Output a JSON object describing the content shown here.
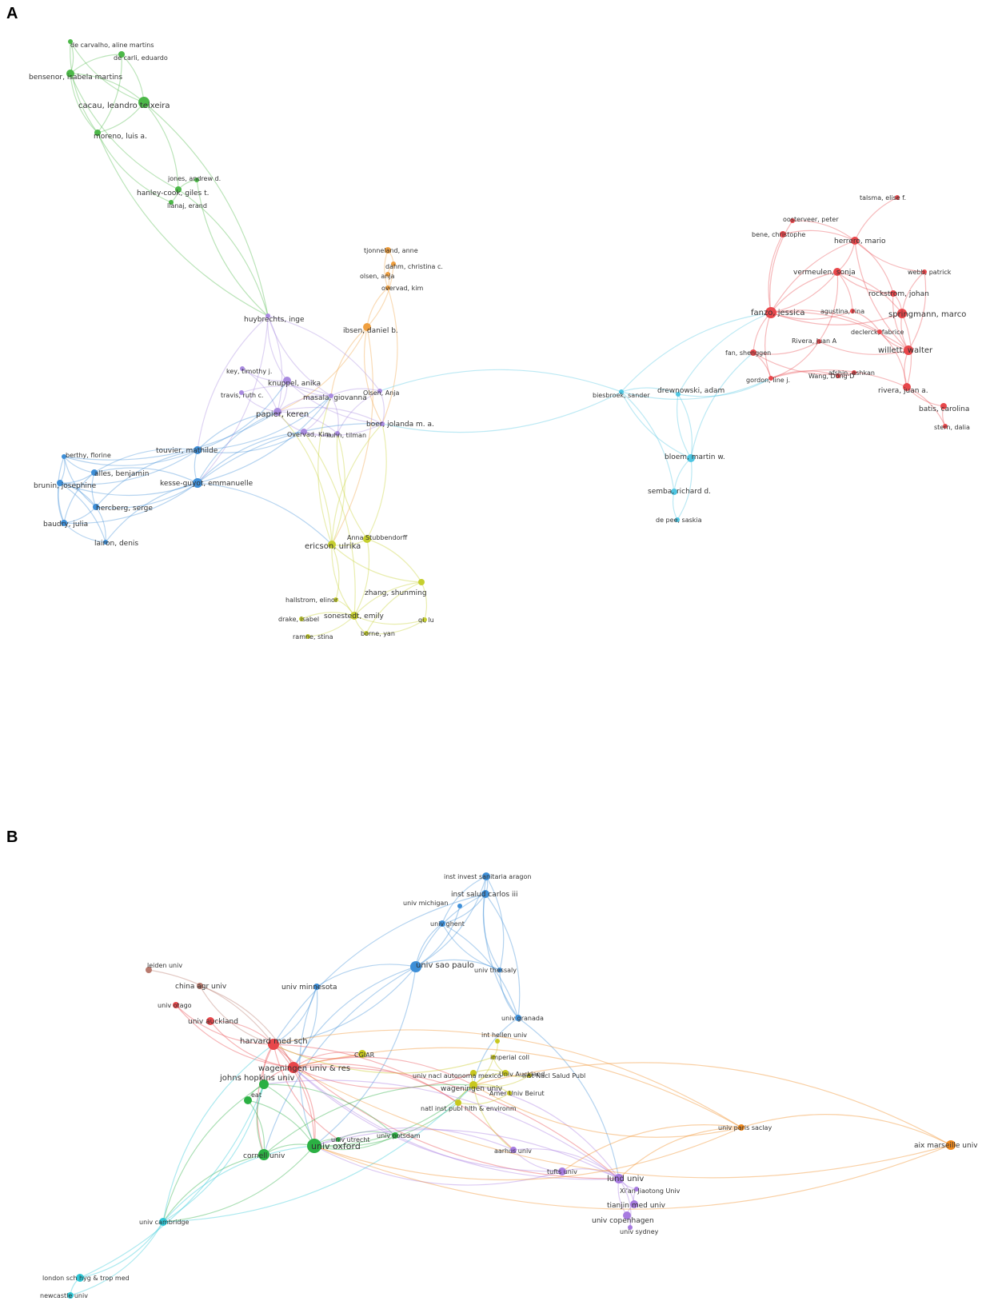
{
  "panels": [
    {
      "letter": "A",
      "clusters": {
        "green": "#4cb848",
        "red": "#e8474b",
        "blue": "#3e8fd8",
        "purple": "#a98be0",
        "orange": "#f0a040",
        "yellow": "#c6cf2e",
        "cyan": "#4ec6e2"
      },
      "nodes": [
        {
          "label": "de carvalho, aline martins",
          "c": "green"
        },
        {
          "label": "de carli, eduardo",
          "c": "green"
        },
        {
          "label": "bensenor, isabela martins",
          "c": "green"
        },
        {
          "label": "cacau, leandro teixeira",
          "c": "green"
        },
        {
          "label": "moreno, luis a.",
          "c": "green"
        },
        {
          "label": "jones, andrew d.",
          "c": "green"
        },
        {
          "label": "hanley-cook, giles t.",
          "c": "green"
        },
        {
          "label": "llanaj, erand",
          "c": "green"
        },
        {
          "label": "tjonneland, anne",
          "c": "orange"
        },
        {
          "label": "dahm, christina c.",
          "c": "orange"
        },
        {
          "label": "olsen, anja",
          "c": "orange"
        },
        {
          "label": "overvad, kim",
          "c": "orange"
        },
        {
          "label": "ibsen, daniel b.",
          "c": "orange"
        },
        {
          "label": "huybrechts, inge",
          "c": "purple"
        },
        {
          "label": "key, timothy j.",
          "c": "purple"
        },
        {
          "label": "knuppel, anika",
          "c": "purple"
        },
        {
          "label": "travis, ruth c.",
          "c": "purple"
        },
        {
          "label": "masala, giovanna",
          "c": "purple"
        },
        {
          "label": "Olsen, Anja",
          "c": "purple"
        },
        {
          "label": "papier, keren",
          "c": "purple"
        },
        {
          "label": "boer, jolanda m. a.",
          "c": "purple"
        },
        {
          "label": "Overvad, Kim",
          "c": "purple"
        },
        {
          "label": "kuhn, tilman",
          "c": "purple"
        },
        {
          "label": "touvier, mathilde",
          "c": "blue"
        },
        {
          "label": "berthy, florine",
          "c": "blue"
        },
        {
          "label": "alles, benjamin",
          "c": "blue"
        },
        {
          "label": "brunin, josephine",
          "c": "blue"
        },
        {
          "label": "kesse-guyot, emmanuelle",
          "c": "blue"
        },
        {
          "label": "hercberg, serge",
          "c": "blue"
        },
        {
          "label": "baudry, julia",
          "c": "blue"
        },
        {
          "label": "lairon, denis",
          "c": "blue"
        },
        {
          "label": "Anna Stubbendorff",
          "c": "yellow"
        },
        {
          "label": "ericson, ulrika",
          "c": "yellow"
        },
        {
          "label": "zhang, shunming",
          "c": "yellow"
        },
        {
          "label": "hallstrom, elinor",
          "c": "yellow"
        },
        {
          "label": "sonestedt, emily",
          "c": "yellow"
        },
        {
          "label": "drake, isabel",
          "c": "yellow"
        },
        {
          "label": "qi, lu",
          "c": "yellow"
        },
        {
          "label": "ramne, stina",
          "c": "yellow"
        },
        {
          "label": "borne, yan",
          "c": "yellow"
        },
        {
          "label": "biesbroek, sander",
          "c": "cyan"
        },
        {
          "label": "drewnowski, adam",
          "c": "cyan"
        },
        {
          "label": "bloem, martin w.",
          "c": "cyan"
        },
        {
          "label": "semba, richard d.",
          "c": "cyan"
        },
        {
          "label": "de pee, saskia",
          "c": "cyan"
        },
        {
          "label": "talsma, elise f.",
          "c": "red"
        },
        {
          "label": "oosterveer, peter",
          "c": "red"
        },
        {
          "label": "bene, christophe",
          "c": "red"
        },
        {
          "label": "herrero, mario",
          "c": "red"
        },
        {
          "label": "vermeulen, sonja",
          "c": "red"
        },
        {
          "label": "webb, patrick",
          "c": "red"
        },
        {
          "label": "rockstrom, johan",
          "c": "red"
        },
        {
          "label": "fanzo, jessica",
          "c": "red"
        },
        {
          "label": "agustina, rina",
          "c": "red"
        },
        {
          "label": "springmann, marco",
          "c": "red"
        },
        {
          "label": "declerck, fabrice",
          "c": "red"
        },
        {
          "label": "Rivera, Juan A",
          "c": "red"
        },
        {
          "label": "fan, shenggen",
          "c": "red"
        },
        {
          "label": "willett, walter",
          "c": "red"
        },
        {
          "label": "afshin, ashkan",
          "c": "red"
        },
        {
          "label": "Wang, Dong D",
          "c": "red"
        },
        {
          "label": "gordon, line j.",
          "c": "red"
        },
        {
          "label": "rivera, juan a.",
          "c": "red"
        },
        {
          "label": "batis, carolina",
          "c": "red"
        },
        {
          "label": "stern, dalia",
          "c": "red"
        }
      ]
    },
    {
      "letter": "B",
      "clusters": {
        "blue": "#3e8fd8",
        "red": "#e8474b",
        "green": "#2bb043",
        "cyan": "#2fc7d6",
        "yellow": "#c8c81e",
        "purple": "#a77be0",
        "orange": "#f08a1e",
        "brown": "#b97a6e"
      },
      "nodes": [
        {
          "label": "inst invest sanitaria aragon",
          "c": "blue"
        },
        {
          "label": "inst salud carlos iii",
          "c": "blue"
        },
        {
          "label": "univ michigan",
          "c": "blue"
        },
        {
          "label": "univ ghent",
          "c": "blue"
        },
        {
          "label": "univ sao paulo",
          "c": "blue"
        },
        {
          "label": "univ thessaly",
          "c": "blue"
        },
        {
          "label": "univ minnesota",
          "c": "blue"
        },
        {
          "label": "univ granada",
          "c": "blue"
        },
        {
          "label": "leiden univ",
          "c": "brown"
        },
        {
          "label": "china agr univ",
          "c": "brown"
        },
        {
          "label": "univ otago",
          "c": "red"
        },
        {
          "label": "univ auckland",
          "c": "red"
        },
        {
          "label": "harvard med sch",
          "c": "red"
        },
        {
          "label": "wageningen univ & res",
          "c": "red"
        },
        {
          "label": "CGIAR",
          "c": "yellow"
        },
        {
          "label": "int hellen univ",
          "c": "yellow"
        },
        {
          "label": "imperial coll",
          "c": "yellow"
        },
        {
          "label": "univ nacl autonoma mexico",
          "c": "yellow"
        },
        {
          "label": "Univ Auckland",
          "c": "yellow"
        },
        {
          "label": "Inst Nacl Salud Publ",
          "c": "yellow"
        },
        {
          "label": "wageningen univ",
          "c": "yellow"
        },
        {
          "label": "Amer Univ Beirut",
          "c": "yellow"
        },
        {
          "label": "natl inst publ hlth & environm",
          "c": "yellow"
        },
        {
          "label": "johns hopkins univ",
          "c": "green"
        },
        {
          "label": "eat",
          "c": "green"
        },
        {
          "label": "univ oxford",
          "c": "green"
        },
        {
          "label": "univ utrecht",
          "c": "green"
        },
        {
          "label": "univ potsdam",
          "c": "green"
        },
        {
          "label": "cornell univ",
          "c": "green"
        },
        {
          "label": "aarhus univ",
          "c": "purple"
        },
        {
          "label": "tufts univ",
          "c": "purple"
        },
        {
          "label": "lund univ",
          "c": "purple"
        },
        {
          "label": "Xi'an Jiaotong Univ",
          "c": "purple"
        },
        {
          "label": "tianjin med univ",
          "c": "purple"
        },
        {
          "label": "univ copenhagen",
          "c": "purple"
        },
        {
          "label": "univ sydney",
          "c": "purple"
        },
        {
          "label": "univ paris saclay",
          "c": "orange"
        },
        {
          "label": "aix marseille univ",
          "c": "orange"
        },
        {
          "label": "univ cambridge",
          "c": "cyan"
        },
        {
          "label": "london sch hyg & trop med",
          "c": "cyan"
        },
        {
          "label": "newcastle univ",
          "c": "cyan"
        }
      ]
    }
  ]
}
